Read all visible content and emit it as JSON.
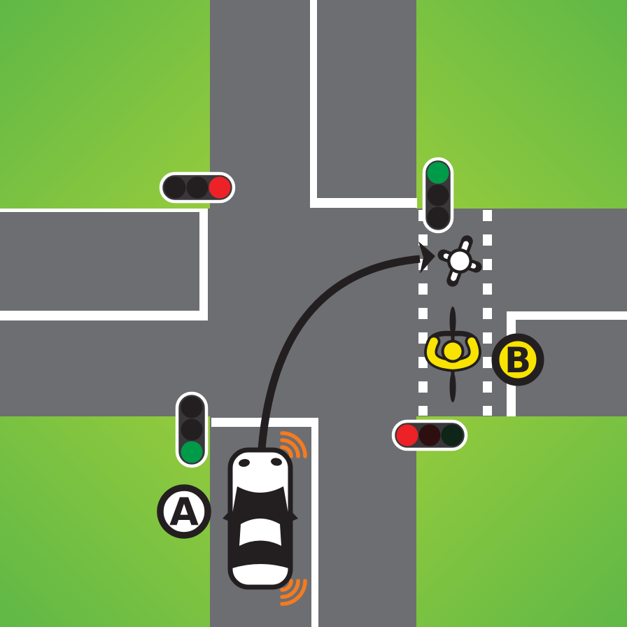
{
  "scene": {
    "type": "traffic-intersection-diagram",
    "description": "Four-way signalised intersection. White car A waits at a green signal and turns right across the east arm, where a bicycle crossing with dashed lines contains a pedestrian and cyclist B. East-west signals show red, north-south signals show green."
  },
  "colors": {
    "road": "#6D6E71",
    "grass_dark": "#5FB846",
    "grass_light": "#94CB3D",
    "marking": "#FFFFFF",
    "outline": "#231F20",
    "light_body": "#39373A",
    "red_lit": "#EC2227",
    "green_lit": "#009B49",
    "unlit": "#231F20",
    "unlit_red": "#2D0F10",
    "unlit_green": "#0E2517",
    "indicator_orange": "#F47B20",
    "rider_yellow": "#F9E300",
    "white": "#FFFFFF"
  },
  "traffic_lights": {
    "northwest": {
      "orientation": "horizontal",
      "corner": "northwest",
      "state": "red",
      "lenses": [
        {
          "state": "off",
          "color": "#231F20"
        },
        {
          "state": "off",
          "color": "#231F20"
        },
        {
          "state": "red",
          "color": "#EC2227"
        }
      ]
    },
    "northeast": {
      "orientation": "vertical",
      "corner": "northeast",
      "state": "green",
      "lenses": [
        {
          "state": "green",
          "color": "#009B49"
        },
        {
          "state": "off",
          "color": "#231F20"
        },
        {
          "state": "off",
          "color": "#231F20"
        }
      ]
    },
    "southwest": {
      "orientation": "vertical",
      "corner": "southwest",
      "state": "green",
      "lenses": [
        {
          "state": "off",
          "color": "#231F20"
        },
        {
          "state": "off",
          "color": "#231F20"
        },
        {
          "state": "green",
          "color": "#009B49"
        }
      ]
    },
    "southeast": {
      "orientation": "horizontal",
      "corner": "southeast",
      "state": "red",
      "lenses": [
        {
          "state": "red",
          "color": "#EC2227"
        },
        {
          "state": "off",
          "color": "#2D0F10"
        },
        {
          "state": "off",
          "color": "#0E2517"
        }
      ]
    }
  },
  "car": {
    "body_color": "#FFFFFF",
    "indicator_color": "#F47B20",
    "indicator_side": "right",
    "heading": "north",
    "maneuver": "turning-right-into-east-road"
  },
  "pedestrian": {
    "color": "#FFFFFF",
    "location": "bicycle-crossing-north-end"
  },
  "cyclist": {
    "color": "#F9E300",
    "heading": "north",
    "location": "bicycle-crossing"
  },
  "badges": {
    "a": {
      "letter": "A",
      "fill": "#FFFFFF",
      "refers_to": "white car"
    },
    "b": {
      "letter": "B",
      "fill": "#F9E300",
      "refers_to": "cyclist"
    }
  }
}
